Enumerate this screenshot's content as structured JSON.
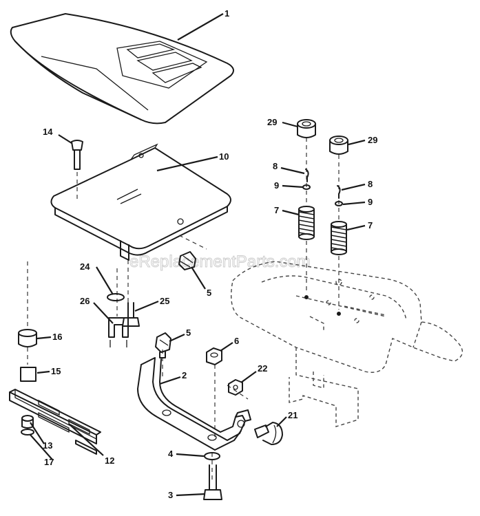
{
  "watermark": "eReplacementParts.com",
  "callouts": {
    "seat": "1",
    "seat_bracket": "2",
    "bolt": "3",
    "washer_bottom": "4",
    "knob_right": "5",
    "knob_left": "5",
    "nut_top": "6",
    "spring_left": "7",
    "spring_right": "7",
    "clip_left": "8",
    "clip_right": "8",
    "washer_left": "9",
    "washer_right": "9",
    "seat_pan": "10",
    "slide_rail": "12",
    "spacer_13": "13",
    "pivot_pin": "14",
    "bushing_15": "15",
    "bushing_16": "16",
    "washer_17": "17",
    "knob_21": "21",
    "nut_22": "22",
    "washer_24": "24",
    "screw_25": "25",
    "clip_26": "26",
    "cap_left": "29",
    "cap_right": "29"
  }
}
